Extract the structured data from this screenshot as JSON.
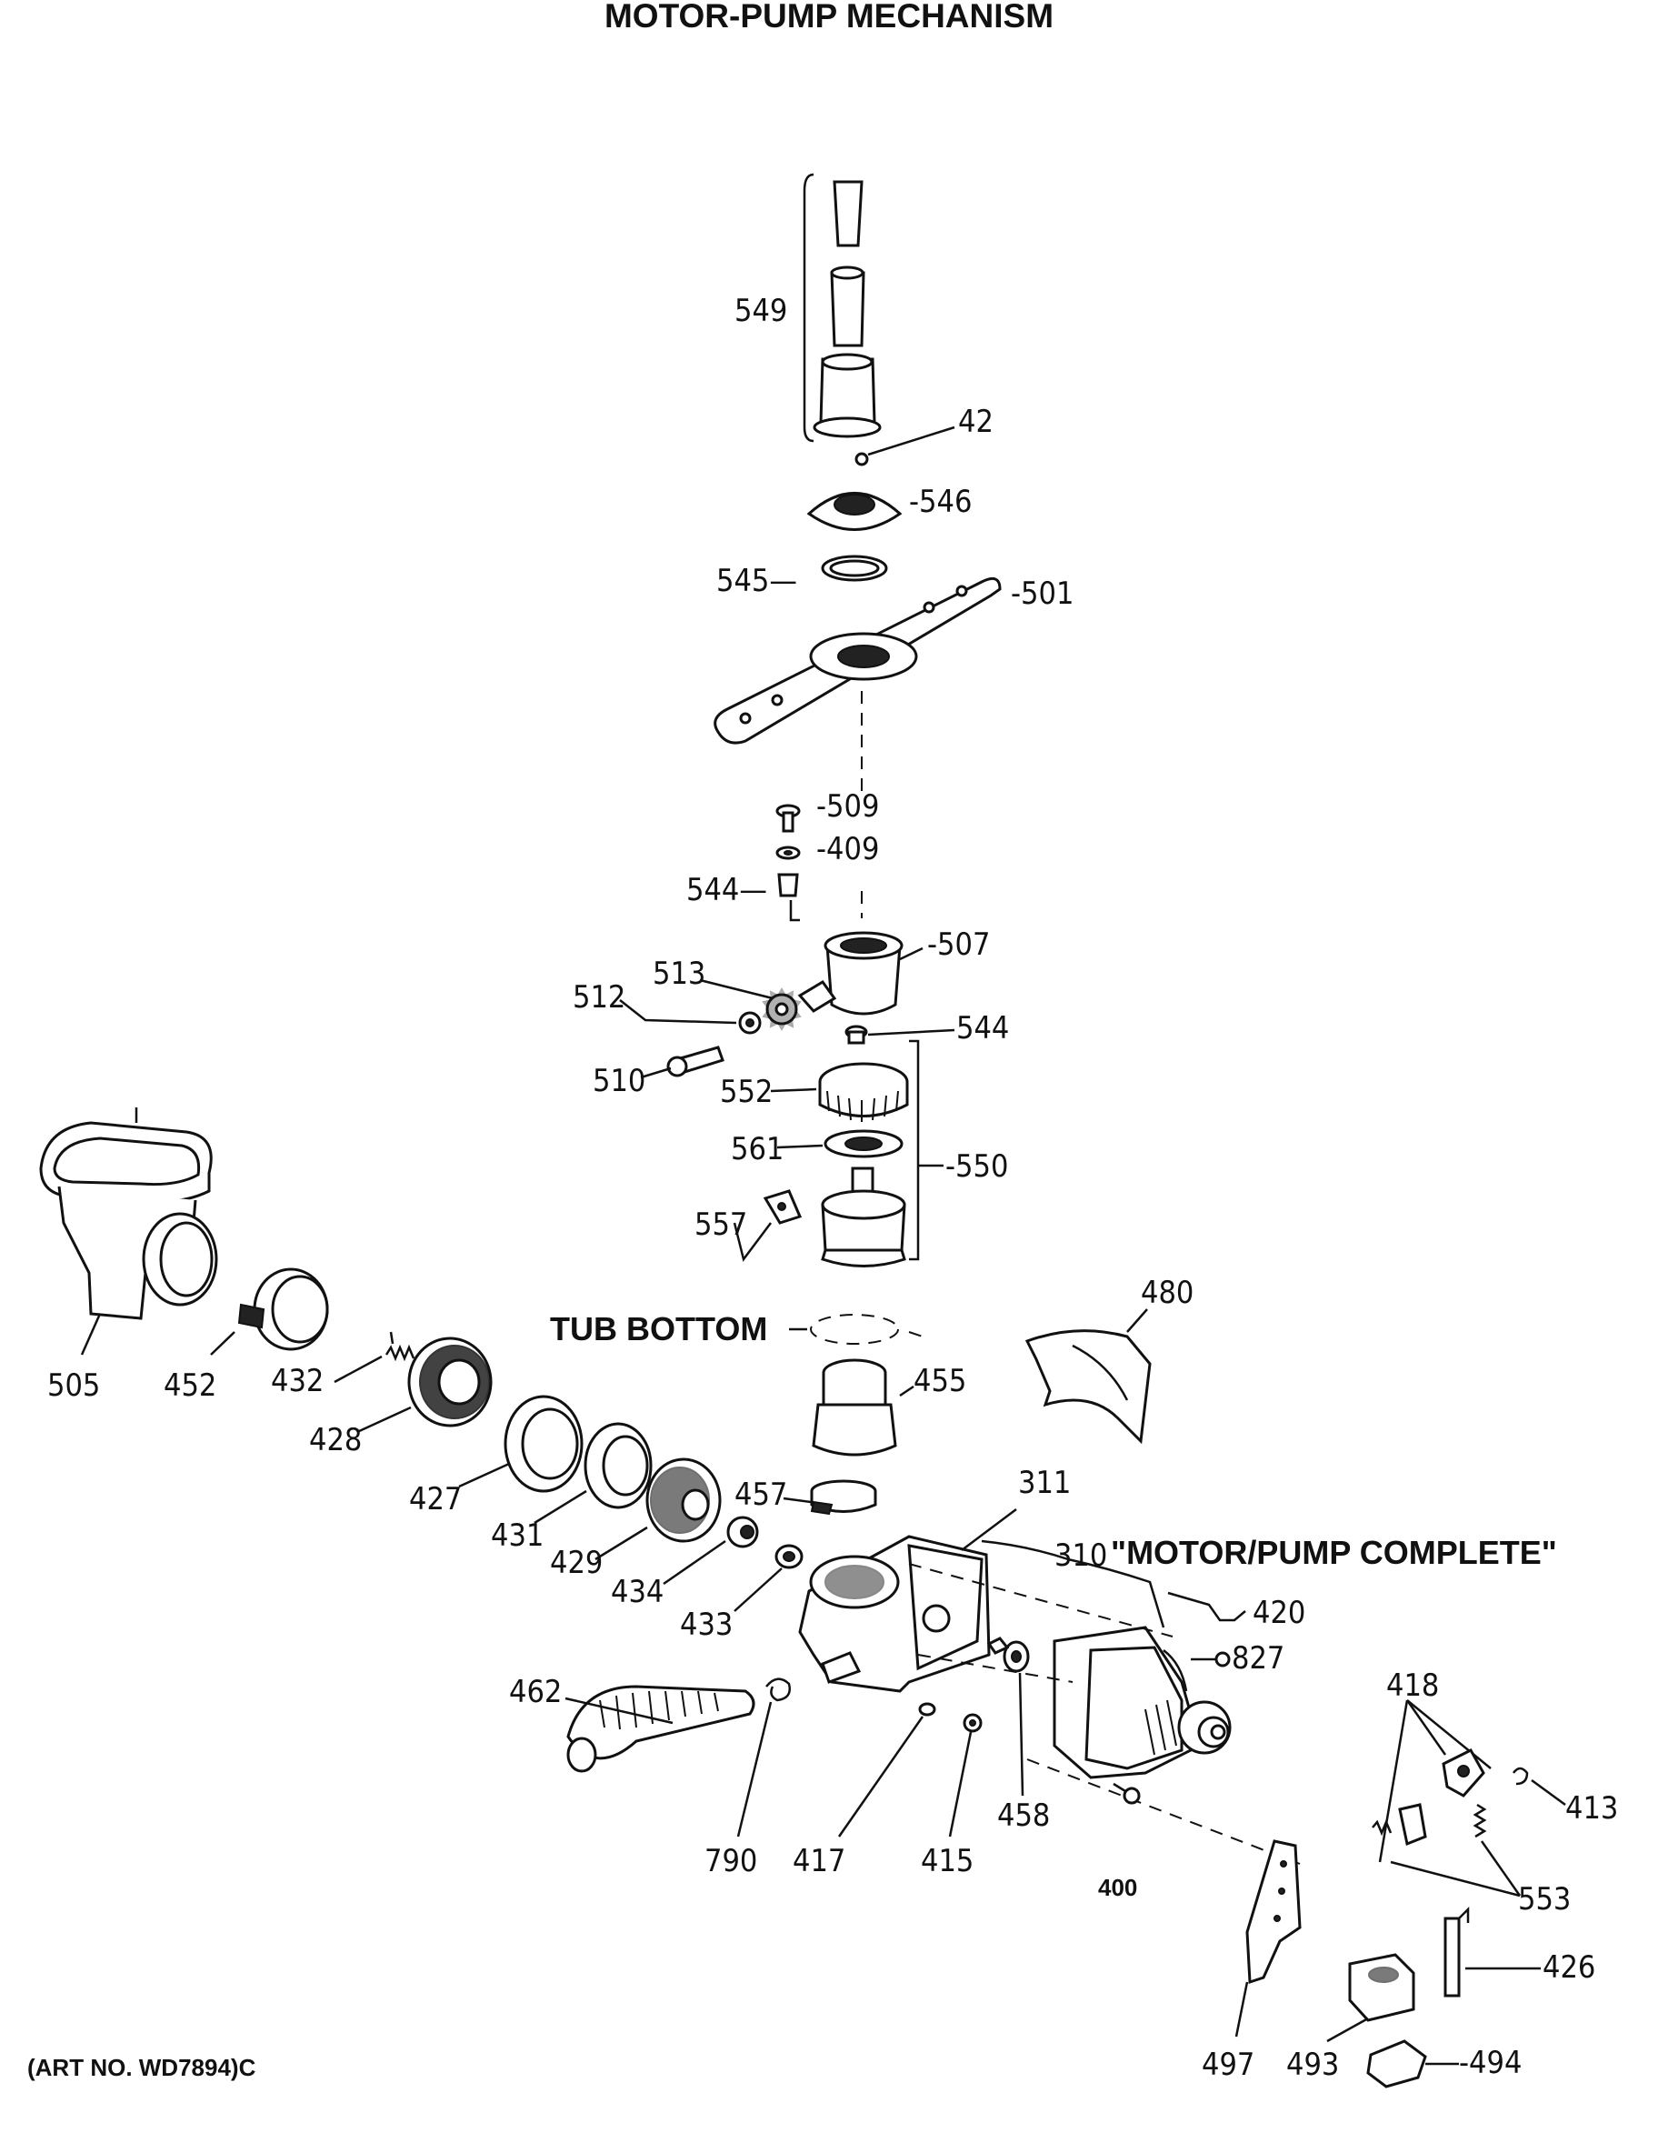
{
  "title": "MOTOR-PUMP MECHANISM",
  "subtitles": {
    "tub_bottom": "TUB BOTTOM",
    "motor_pump_complete": "\"MOTOR/PUMP COMPLETE\""
  },
  "art_number": "(ART NO. WD7894)C",
  "callouts": {
    "p549": "549",
    "p42": "42",
    "p546": "-546",
    "p545": "545—",
    "p501": "-501",
    "p509": "-509",
    "p409": "-409",
    "p544a": "544—",
    "p507": "-507",
    "p513": "513",
    "p512": "512",
    "p544b": "544",
    "p510": "510",
    "p552": "552",
    "p561": "561",
    "p550": "-550",
    "p557": "557",
    "p480": "480",
    "p505": "505",
    "p452": "452",
    "p432": "432",
    "p428": "428",
    "p455": "455",
    "p427": "427",
    "p457": "457",
    "p311": "311",
    "p310": "310",
    "p431": "431",
    "p429": "429",
    "p434": "434",
    "p433": "433",
    "p420": "420",
    "p827": "827",
    "p418": "418",
    "p462": "462",
    "p413": "413",
    "p553": "553",
    "p790": "790",
    "p417": "417",
    "p415": "415",
    "p458": "458",
    "p400": "400",
    "p426": "426",
    "p497": "497",
    "p493": "493",
    "p494": "-494"
  }
}
